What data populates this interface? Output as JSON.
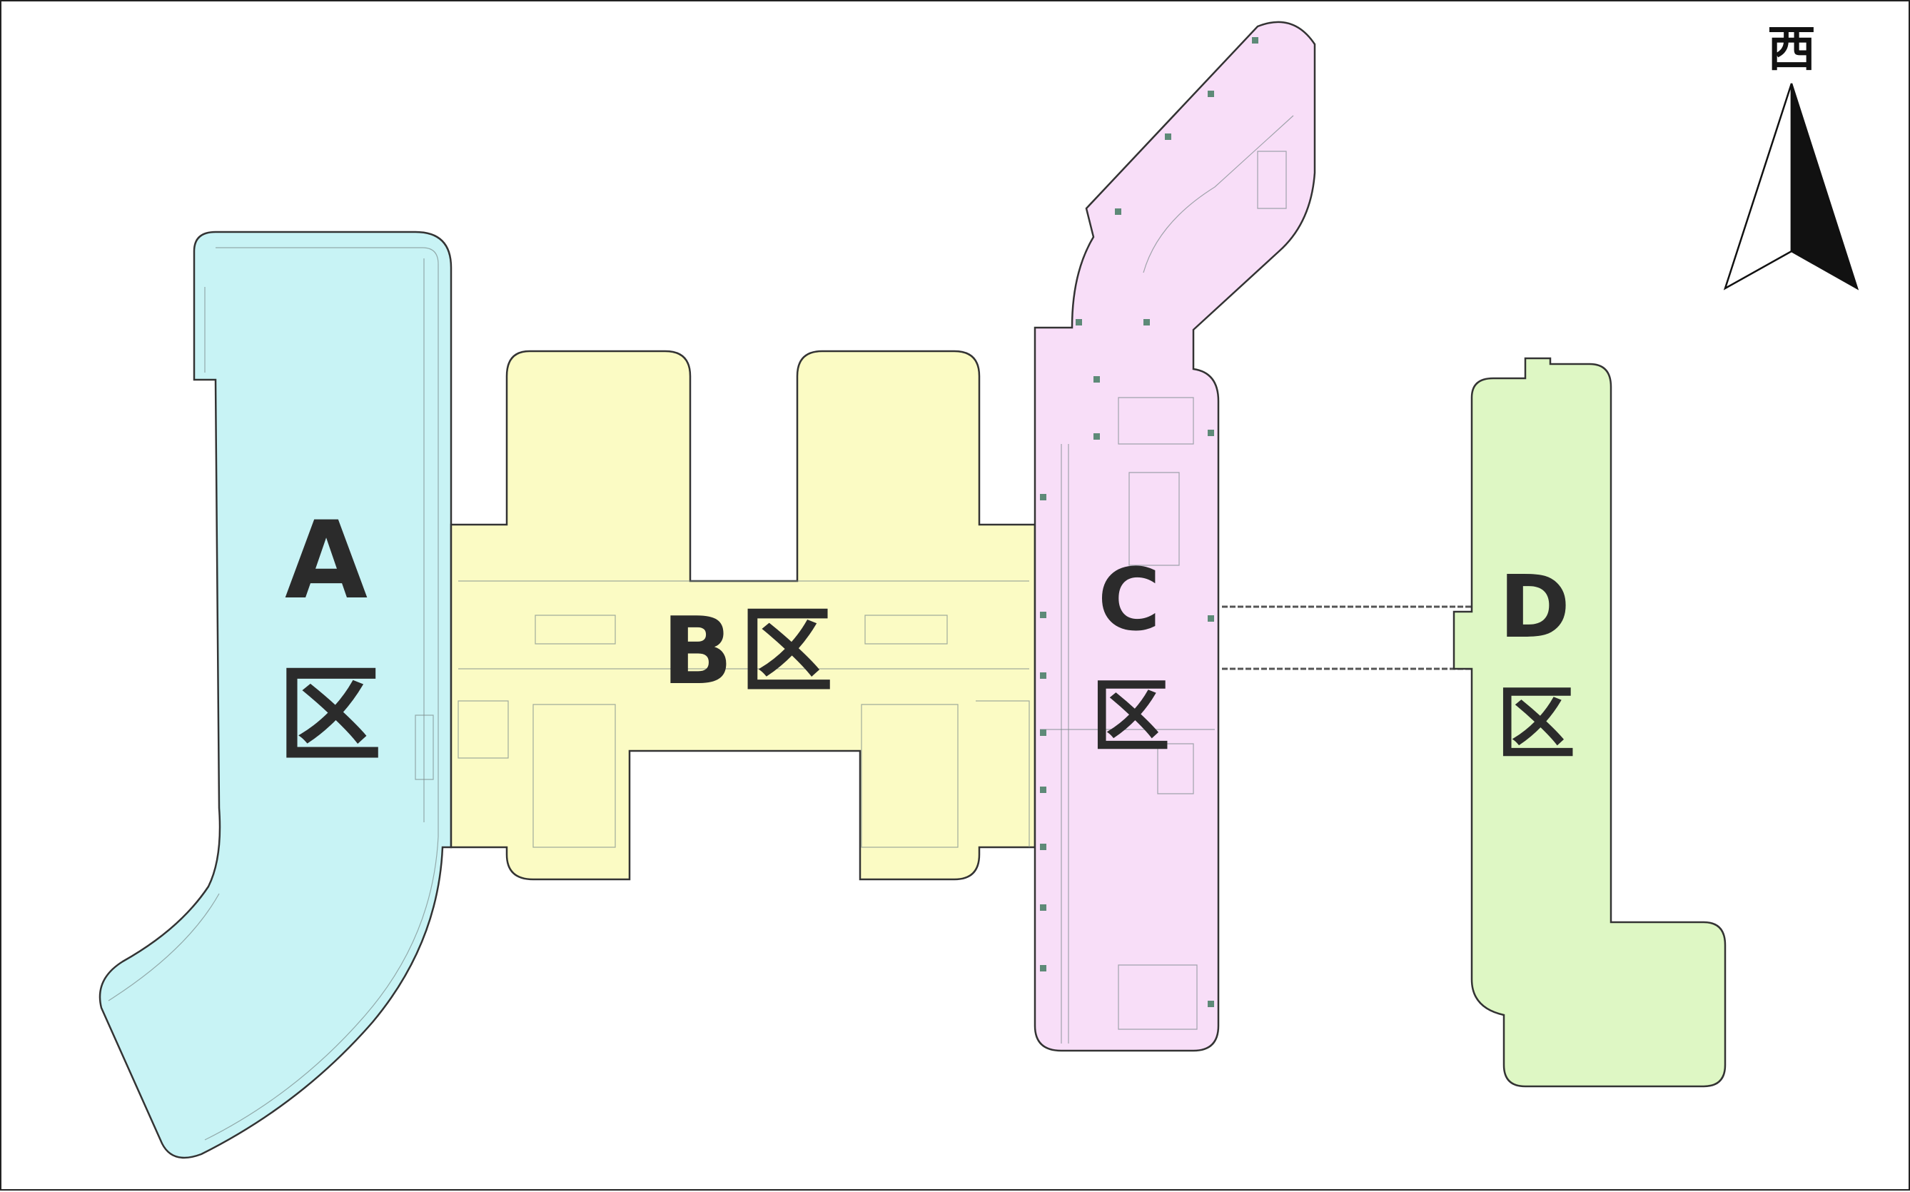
{
  "map": {
    "zones": [
      {
        "id": "A",
        "letter": "A",
        "char": "区",
        "color": "#c8f3f5"
      },
      {
        "id": "B",
        "letter": "B",
        "char": "区",
        "color": "#fbfbc4"
      },
      {
        "id": "C",
        "letter": "C",
        "char": "区",
        "color": "#f8def8"
      },
      {
        "id": "D",
        "letter": "D",
        "char": "区",
        "color": "#def7c4"
      }
    ],
    "north_arrow": {
      "label": "西",
      "icon": "north-arrow-icon"
    }
  }
}
